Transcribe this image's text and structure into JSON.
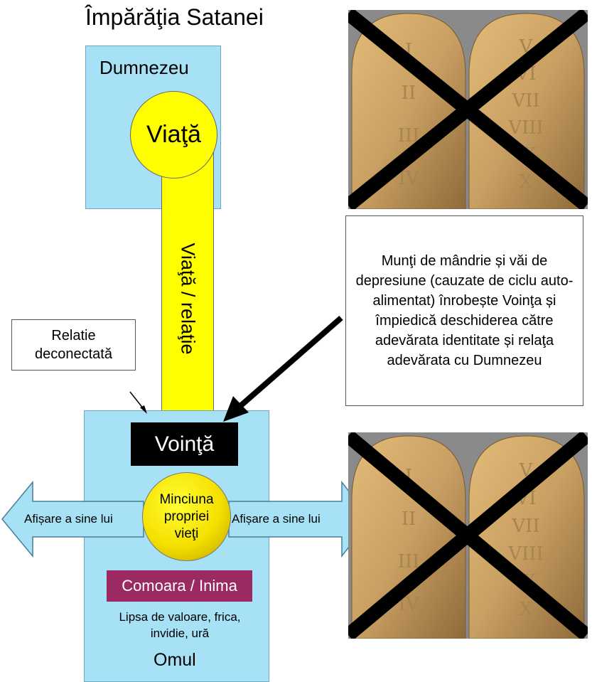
{
  "title": "Împărăţia Satanei",
  "top_box": {
    "label": "Dumnezeu",
    "circle": "Viaţă"
  },
  "bar_label": "Viaţă / relaţie",
  "will_label": "Voinţă",
  "center_circle": "Minciuna propriei vieţi",
  "left_arrow": "Afișare a sine lui",
  "right_arrow": "Afișare a sine lui",
  "treasure_label": "Comoara / Inima",
  "emotions": "Lipsa de valoare, frica, invidie, ură",
  "bottom_label": "Omul",
  "callout_relation": "Relatie deconectată",
  "callout_pride": "Munţi de mândrie și văi de depresiune (cauzate de ciclu auto-alimentat) înrobește Voinţa și împiedică deschiderea către adevărata identitate și relaţa adevărata cu Dumnezeu",
  "tablets": {
    "left_numerals": [
      "I",
      "II",
      "III",
      "IV"
    ],
    "right_numerals": [
      "V",
      "VI",
      "VII",
      "VIII",
      "IX",
      "X"
    ]
  },
  "colors": {
    "box_blue": "#a6e1f5",
    "yellow": "#ffff00",
    "treasure_purple": "#9b2a63",
    "tablet_gold": "#c9a063"
  }
}
